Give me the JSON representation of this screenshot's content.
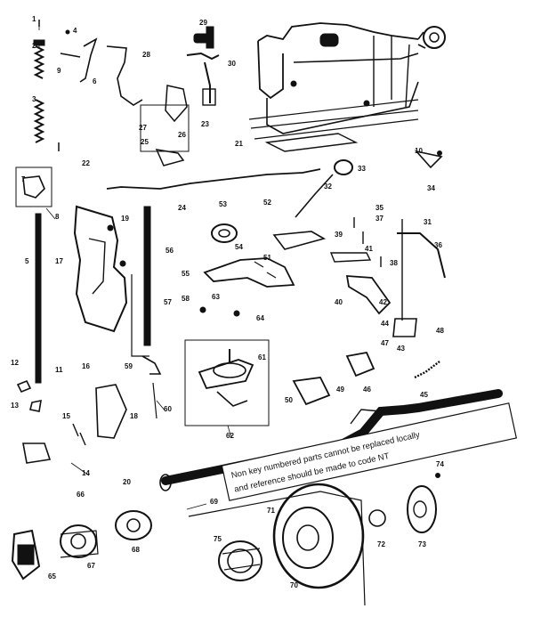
{
  "diagram": {
    "note_lines": [
      "Non key numbered parts cannot be replaced locally",
      "and reference should be made to code NT"
    ],
    "part_numbers": [
      "1",
      "2",
      "3",
      "4",
      "5",
      "6",
      "7",
      "8",
      "9",
      "10",
      "11",
      "12",
      "13",
      "14",
      "15",
      "16",
      "17",
      "18",
      "19",
      "20",
      "21",
      "22",
      "23",
      "24",
      "25",
      "26",
      "27",
      "28",
      "29",
      "30",
      "31",
      "32",
      "33",
      "34",
      "35",
      "36",
      "37",
      "38",
      "39",
      "40",
      "41",
      "42",
      "43",
      "44",
      "45",
      "46",
      "47",
      "48",
      "49",
      "50",
      "51",
      "52",
      "53",
      "54",
      "55",
      "56",
      "57",
      "58",
      "59",
      "60",
      "61",
      "62",
      "63",
      "64",
      "65",
      "66",
      "67",
      "68",
      "69",
      "70",
      "71",
      "72",
      "73",
      "74",
      "75"
    ]
  }
}
